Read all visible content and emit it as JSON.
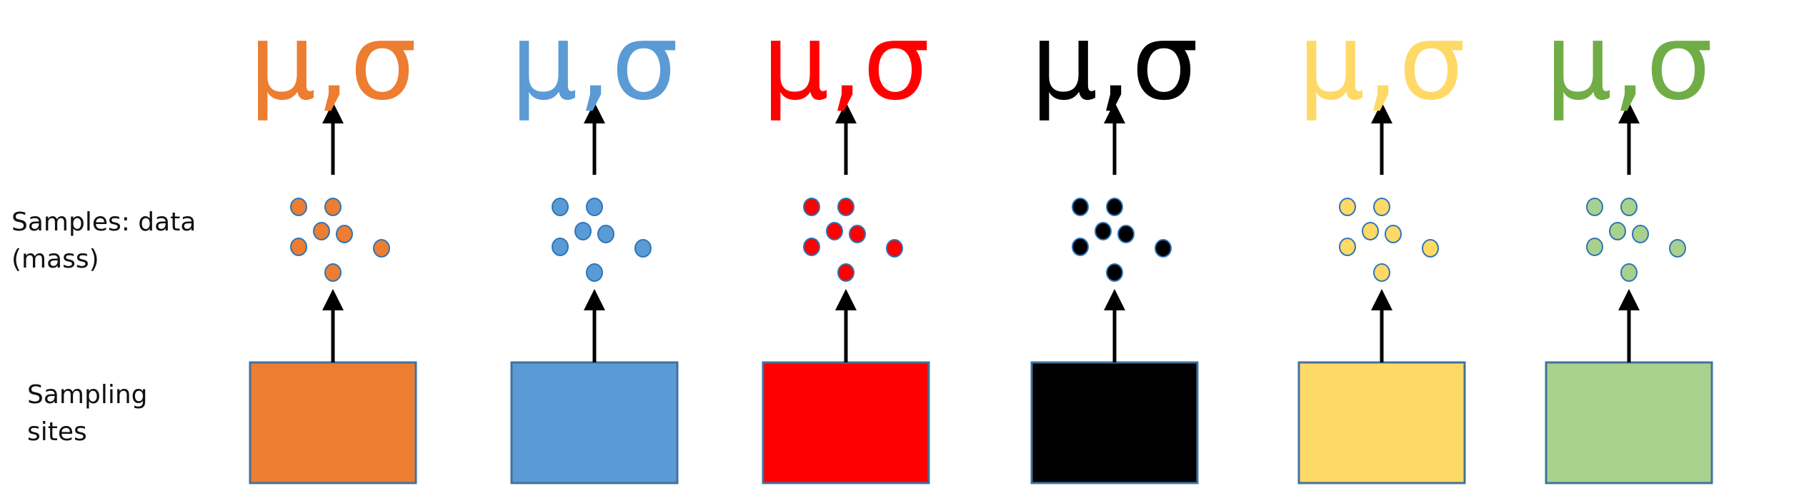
{
  "labels": {
    "samples_line1": "Samples: data",
    "samples_line2": "(mass)",
    "sites_line1": "Sampling",
    "sites_line2": "sites"
  },
  "parameter_text": "μ,σ",
  "sites": [
    {
      "name": "orange",
      "fill": "#ED7D31",
      "dot_fill": "#ED7D31",
      "param_color": "#ED7D31"
    },
    {
      "name": "blue",
      "fill": "#5B9BD5",
      "dot_fill": "#5B9BD5",
      "param_color": "#5B9BD5"
    },
    {
      "name": "red",
      "fill": "#FF0000",
      "dot_fill": "#FF0000",
      "param_color": "#FF0000"
    },
    {
      "name": "black",
      "fill": "#000000",
      "dot_fill": "#000000",
      "param_color": "#000000"
    },
    {
      "name": "yellow",
      "fill": "#FFD966",
      "dot_fill": "#FFD966",
      "param_color": "#FFD966"
    },
    {
      "name": "green",
      "fill": "#A9D18E",
      "dot_fill": "#A9D18E",
      "param_color": "#70AD47"
    }
  ],
  "colors": {
    "box_outline": "#41719C",
    "dot_outline": "#2E75B6",
    "arrow": "#000000"
  }
}
